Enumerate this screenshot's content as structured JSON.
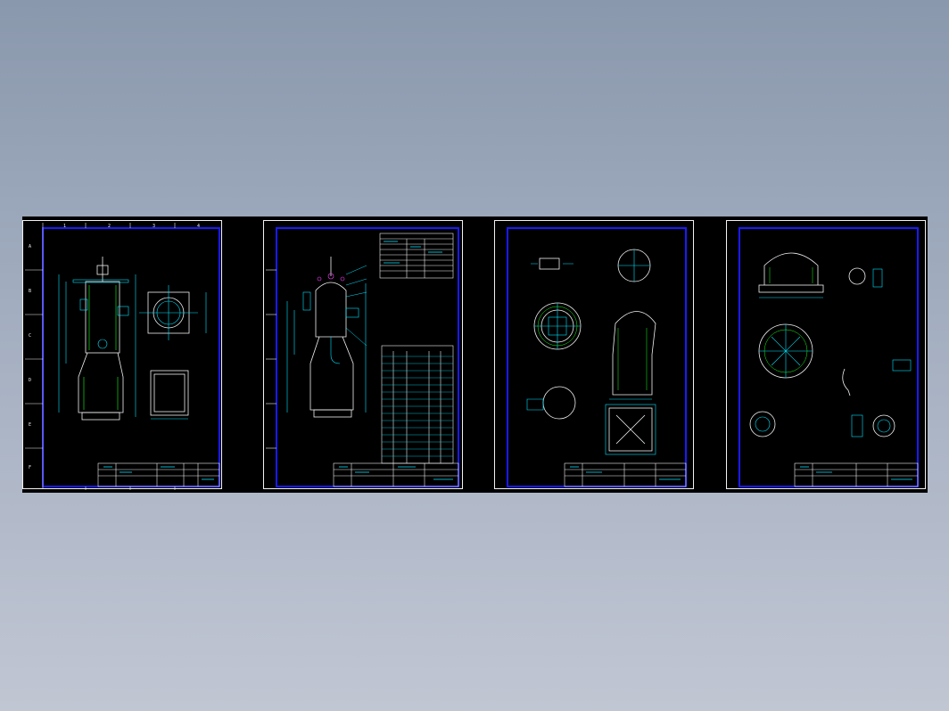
{
  "canvas": {
    "background": "#8a98ad",
    "band_color": "#000000"
  },
  "colors": {
    "frame": "#1a1aff",
    "line_white": "#f2f2f2",
    "line_cyan": "#00e5ff",
    "line_green": "#19ff19",
    "line_magenta": "#ff40ff",
    "line_yellow": "#ffff33"
  },
  "sheets": [
    {
      "id": "sheet-1",
      "content": "vessel-outline-and-plan"
    },
    {
      "id": "sheet-2",
      "content": "vessel-assembly-with-tables"
    },
    {
      "id": "sheet-3",
      "content": "detail-views"
    },
    {
      "id": "sheet-4",
      "content": "part-details"
    }
  ],
  "border": {
    "col_labels": [
      "1",
      "2",
      "3",
      "4"
    ],
    "row_labels": [
      "A",
      "B",
      "C",
      "D",
      "E",
      "F"
    ]
  }
}
